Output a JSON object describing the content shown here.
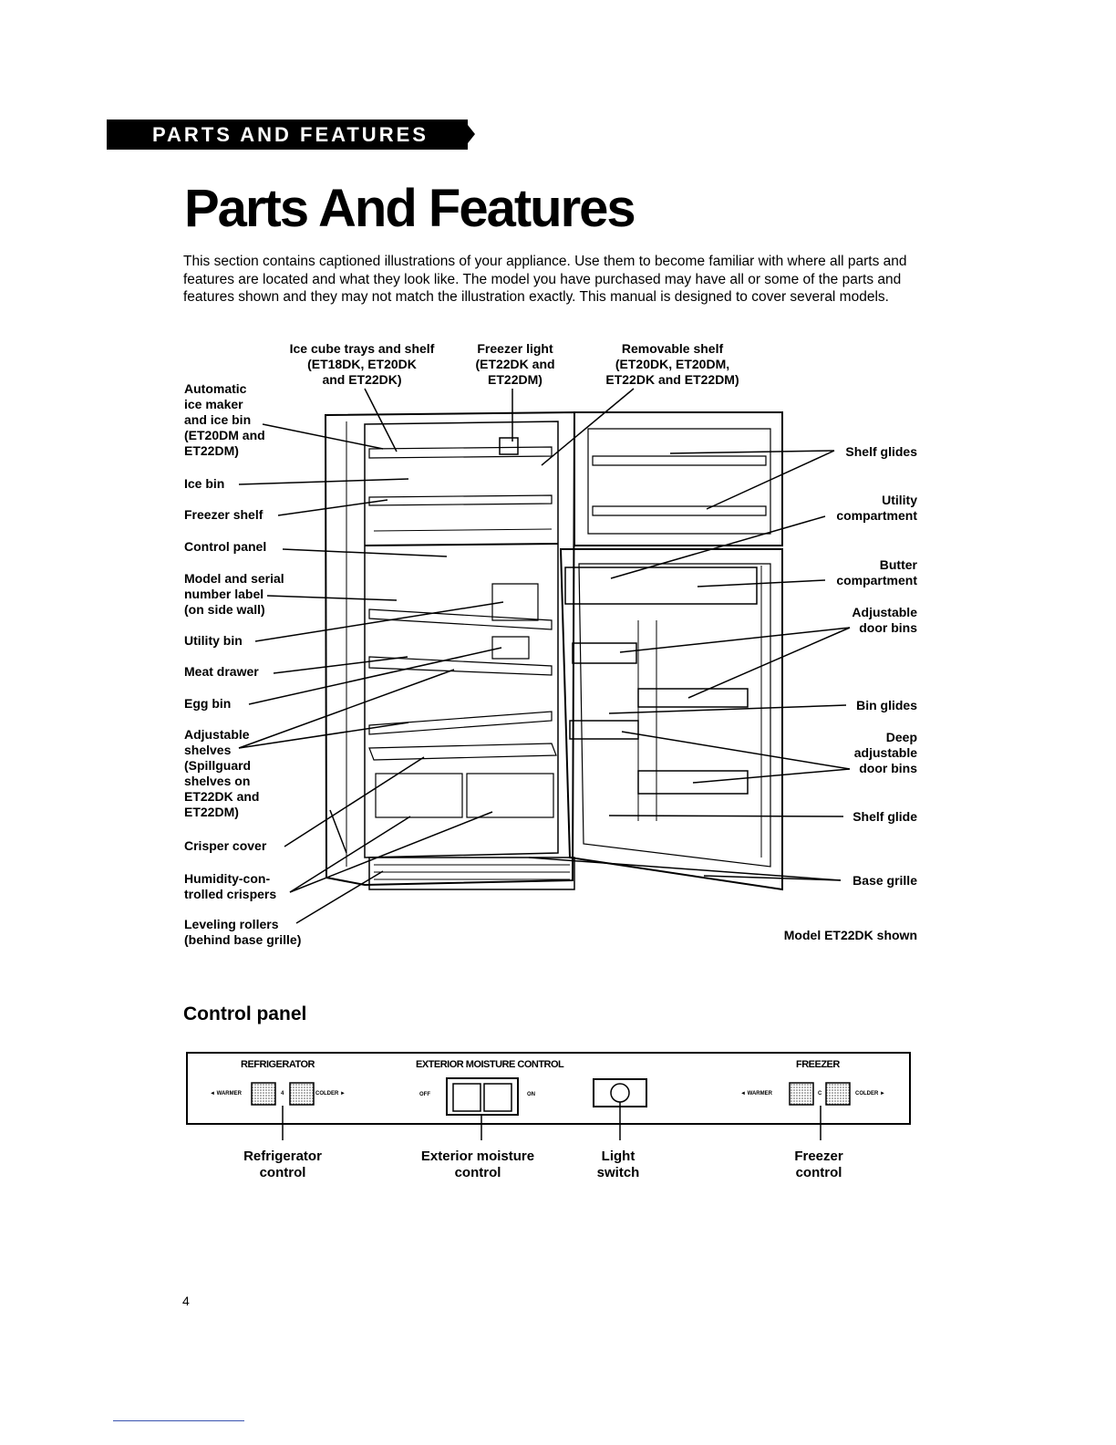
{
  "header": {
    "banner": "PARTS AND FEATURES"
  },
  "page": {
    "title": "Parts And Features",
    "intro": "This section contains captioned illustrations of your appliance. Use them to become familiar with where all parts and features are located and what they look like. The model you have purchased may have all or some of the parts and features shown and they may not match the illustration exactly. This manual is designed to cover several models."
  },
  "diagram": {
    "top_labels": {
      "ice_trays": "Ice cube trays and shelf\n(ET18DK, ET20DK\nand ET22DK)",
      "freezer_light": "Freezer light\n(ET22DK and\nET22DM)",
      "removable_shelf": "Removable shelf\n(ET20DK, ET20DM,\nET22DK and ET22DM)"
    },
    "left_labels": {
      "ice_maker": "Automatic\nice maker\nand ice bin\n(ET20DM and\nET22DM)",
      "ice_bin": "Ice bin",
      "freezer_shelf": "Freezer shelf",
      "control_panel": "Control panel",
      "model_label": "Model and serial\nnumber label\n(on side wall)",
      "utility_bin": "Utility bin",
      "meat_drawer": "Meat drawer",
      "egg_bin": "Egg bin",
      "adjustable_shelves": "Adjustable\nshelves\n(Spillguard\nshelves on\nET22DK and\nET22DM)",
      "crisper_cover": "Crisper cover",
      "crispers": "Humidity-con-\ntrolled crispers",
      "rollers": "Leveling rollers\n(behind base grille)"
    },
    "right_labels": {
      "shelf_glides": "Shelf glides",
      "utility_compartment": "Utility\ncompartment",
      "butter": "Butter\ncompartment",
      "door_bins": "Adjustable\ndoor bins",
      "bin_glides": "Bin glides",
      "deep_bins": "Deep\nadjustable\ndoor bins",
      "shelf_glide": "Shelf glide",
      "base_grille": "Base grille"
    },
    "model_note": "Model ET22DK shown"
  },
  "control_panel": {
    "heading": "Control panel",
    "refrigerator_heading": "REFRIGERATOR",
    "refrigerator_warmer": "◄ WARMER",
    "refrigerator_colder": "COLDER ►",
    "refrigerator_setting": "4",
    "moisture_heading": "EXTERIOR MOISTURE CONTROL",
    "moisture_off": "OFF",
    "moisture_on": "ON",
    "freezer_heading": "FREEZER",
    "freezer_warmer": "◄ WARMER",
    "freezer_colder": "COLDER ►",
    "freezer_setting": "C",
    "captions": {
      "refrigerator": "Refrigerator\ncontrol",
      "moisture": "Exterior moisture\ncontrol",
      "light": "Light\nswitch",
      "freezer": "Freezer\ncontrol"
    }
  },
  "footer": {
    "page_number": "4"
  }
}
